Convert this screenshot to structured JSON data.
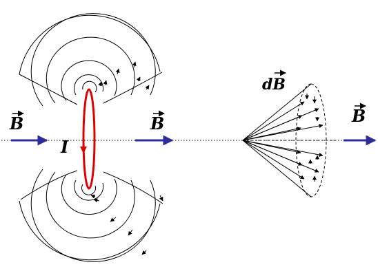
{
  "labels": {
    "field_left": "B",
    "field_center": "B",
    "field_right": "B",
    "current": "I",
    "element": "dB"
  },
  "colors": {
    "loop": "#e00000",
    "field_arrow": "#2c2c9a",
    "lines": "#000000"
  },
  "icons": {
    "vector_mark": "right-harpoon-arrow"
  }
}
